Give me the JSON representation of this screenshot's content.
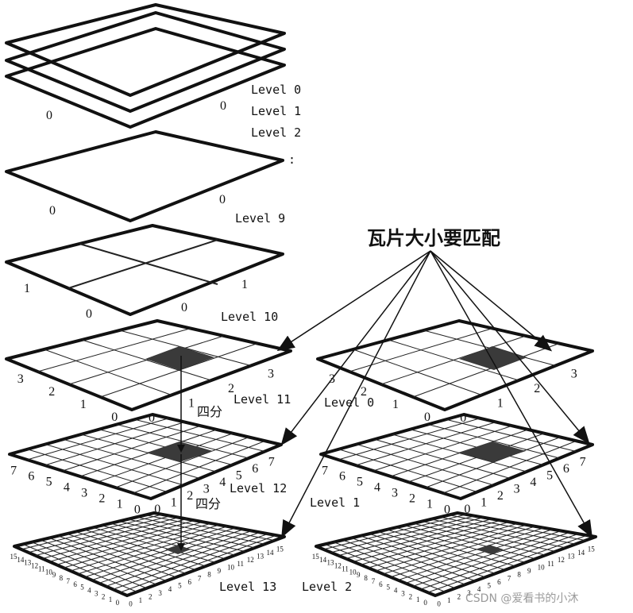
{
  "title": "瓦片大小要匹配",
  "split_label": "四分",
  "levels": {
    "l0": "Level 0",
    "l1": "Level 1",
    "l2": "Level 2",
    "l9": "Level 9",
    "l10": "Level 10",
    "l11": "Level 11",
    "l12": "Level 12",
    "l13": "Level 13",
    "r0": "Level 0",
    "r1": "Level 1",
    "r2": "Level 2"
  },
  "ellipsis": ":",
  "watermark": "CSDN @爱看书的小沐",
  "left_stack": {
    "top_labels": [
      "0",
      "0"
    ],
    "level9_labels": [
      "0",
      "0"
    ],
    "level10_labels": [
      "1",
      "0",
      "0",
      "1"
    ],
    "level11_left": [
      "3",
      "2",
      "1",
      "0"
    ],
    "level11_right": [
      "0",
      "1",
      "2",
      "3"
    ],
    "level12_left": [
      "7",
      "6",
      "5",
      "4",
      "3",
      "2",
      "1",
      "0"
    ],
    "level12_right": [
      "0",
      "1",
      "2",
      "3",
      "4",
      "5",
      "6",
      "7"
    ],
    "level13_left": [
      "15",
      "14",
      "13",
      "12",
      "11",
      "10",
      "9",
      "8",
      "7",
      "6",
      "5",
      "4",
      "3",
      "2",
      "1",
      "0"
    ],
    "level13_right": [
      "0",
      "1",
      "2",
      "3",
      "4",
      "5",
      "6",
      "7",
      "8",
      "9",
      "10",
      "11",
      "12",
      "13",
      "14",
      "15"
    ]
  },
  "right_stack": {
    "r0_left": [
      "3",
      "2",
      "1",
      "0"
    ],
    "r0_right": [
      "0",
      "1",
      "2",
      "3"
    ],
    "r1_left": [
      "7",
      "6",
      "5",
      "4",
      "3",
      "2",
      "1",
      "0"
    ],
    "r1_right": [
      "0",
      "1",
      "2",
      "3",
      "4",
      "5",
      "6",
      "7"
    ],
    "r2_left": [
      "15",
      "14",
      "13",
      "12",
      "11",
      "10",
      "9",
      "8",
      "7",
      "6",
      "5",
      "4",
      "3",
      "2",
      "1",
      "0"
    ],
    "r2_right": [
      "0",
      "1",
      "2",
      "3",
      "4",
      "5",
      "6",
      "7",
      "8",
      "9",
      "10",
      "11",
      "12",
      "13",
      "14",
      "15"
    ]
  }
}
